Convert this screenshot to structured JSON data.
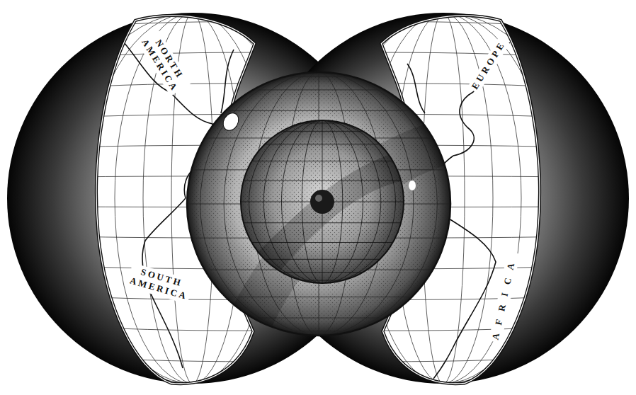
{
  "diagram": {
    "labels": [
      "NORTH AMERICA",
      "SOUTH AMERICA",
      "EUROPE",
      "AFRICA"
    ]
  }
}
